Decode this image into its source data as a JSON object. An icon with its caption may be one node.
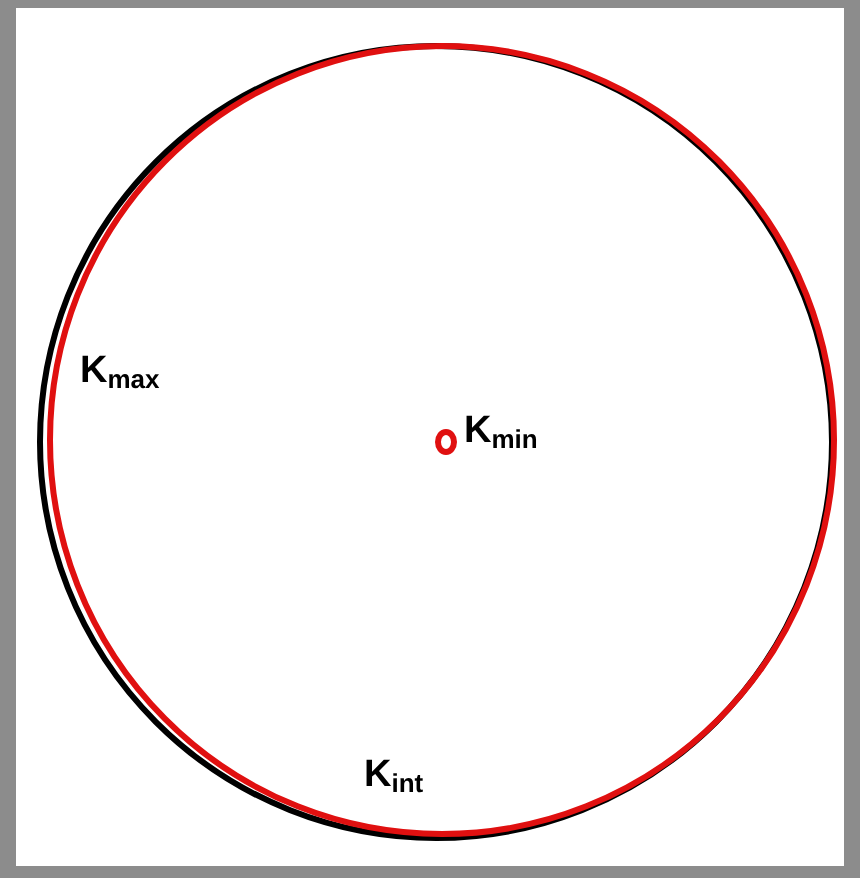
{
  "diagram": {
    "labels": [
      "K$_{max}$",
      "K$_{min}$",
      "K$_{int}$"
    ]
  }
}
